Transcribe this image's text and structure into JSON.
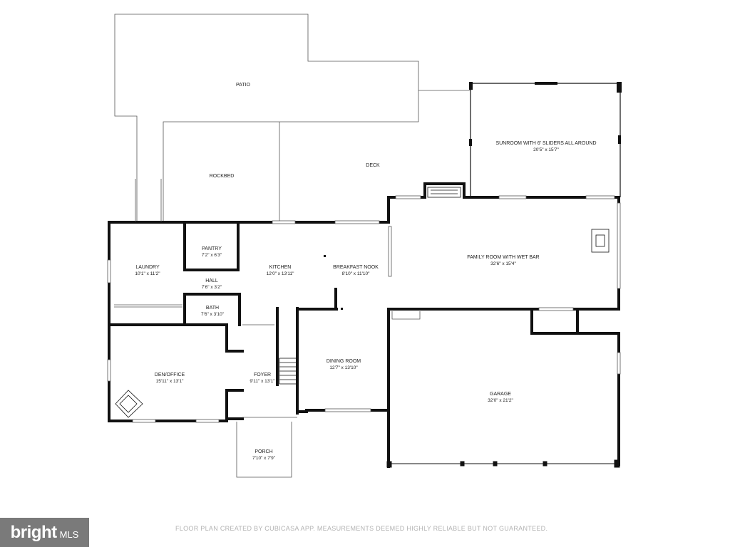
{
  "rooms": {
    "patio": {
      "name": "PATIO"
    },
    "rockbed": {
      "name": "ROCKBED"
    },
    "deck": {
      "name": "DECK"
    },
    "sunroom": {
      "name": "SUNROOM WITH 6' SLIDERS ALL AROUND",
      "dims": "20'5\" x 15'7\""
    },
    "laundry": {
      "name": "LAUNDRY",
      "dims": "10'1\" x 11'2\""
    },
    "pantry": {
      "name": "PANTRY",
      "dims": "7'2\" x 6'3\""
    },
    "kitchen": {
      "name": "KITCHEN",
      "dims": "12'0\" x 13'11\""
    },
    "breakfast_nook": {
      "name": "BREAKFAST NOOK",
      "dims": "8'10\" x 11'10\""
    },
    "family_room": {
      "name": "FAMILY ROOM WITH WET BAR",
      "dims": "32'6\" x 15'4\""
    },
    "hall": {
      "name": "HALL",
      "dims": "7'6\" x 3'2\""
    },
    "bath": {
      "name": "BATH",
      "dims": "7'6\" x 3'10\""
    },
    "den_office": {
      "name": "DEN/OFFICE",
      "dims": "15'11\" x 13'1\""
    },
    "foyer": {
      "name": "FOYER",
      "dims": "9'11\" x 13'1\""
    },
    "dining_room": {
      "name": "DINING ROOM",
      "dims": "12'7\" x 13'10\""
    },
    "garage": {
      "name": "GARAGE",
      "dims": "32'0\" x 21'2\""
    },
    "porch": {
      "name": "PORCH",
      "dims": "7'10\" x 7'9\""
    }
  },
  "footer": {
    "disclaimer": "FLOOR PLAN CREATED BY CUBICASA APP. MEASUREMENTS DEEMED HIGHLY RELIABLE BUT NOT GUARANTEED."
  },
  "logo": {
    "word": "bright",
    "suffix": "MLS"
  },
  "colors": {
    "wall": "#111111",
    "outline": "#555555",
    "footer_text": "#b3b3b3",
    "logo_bg": "#7a7a7a"
  },
  "icons": [
    "fireplace-icon",
    "stairs-icon",
    "door-icon",
    "window-icon"
  ]
}
